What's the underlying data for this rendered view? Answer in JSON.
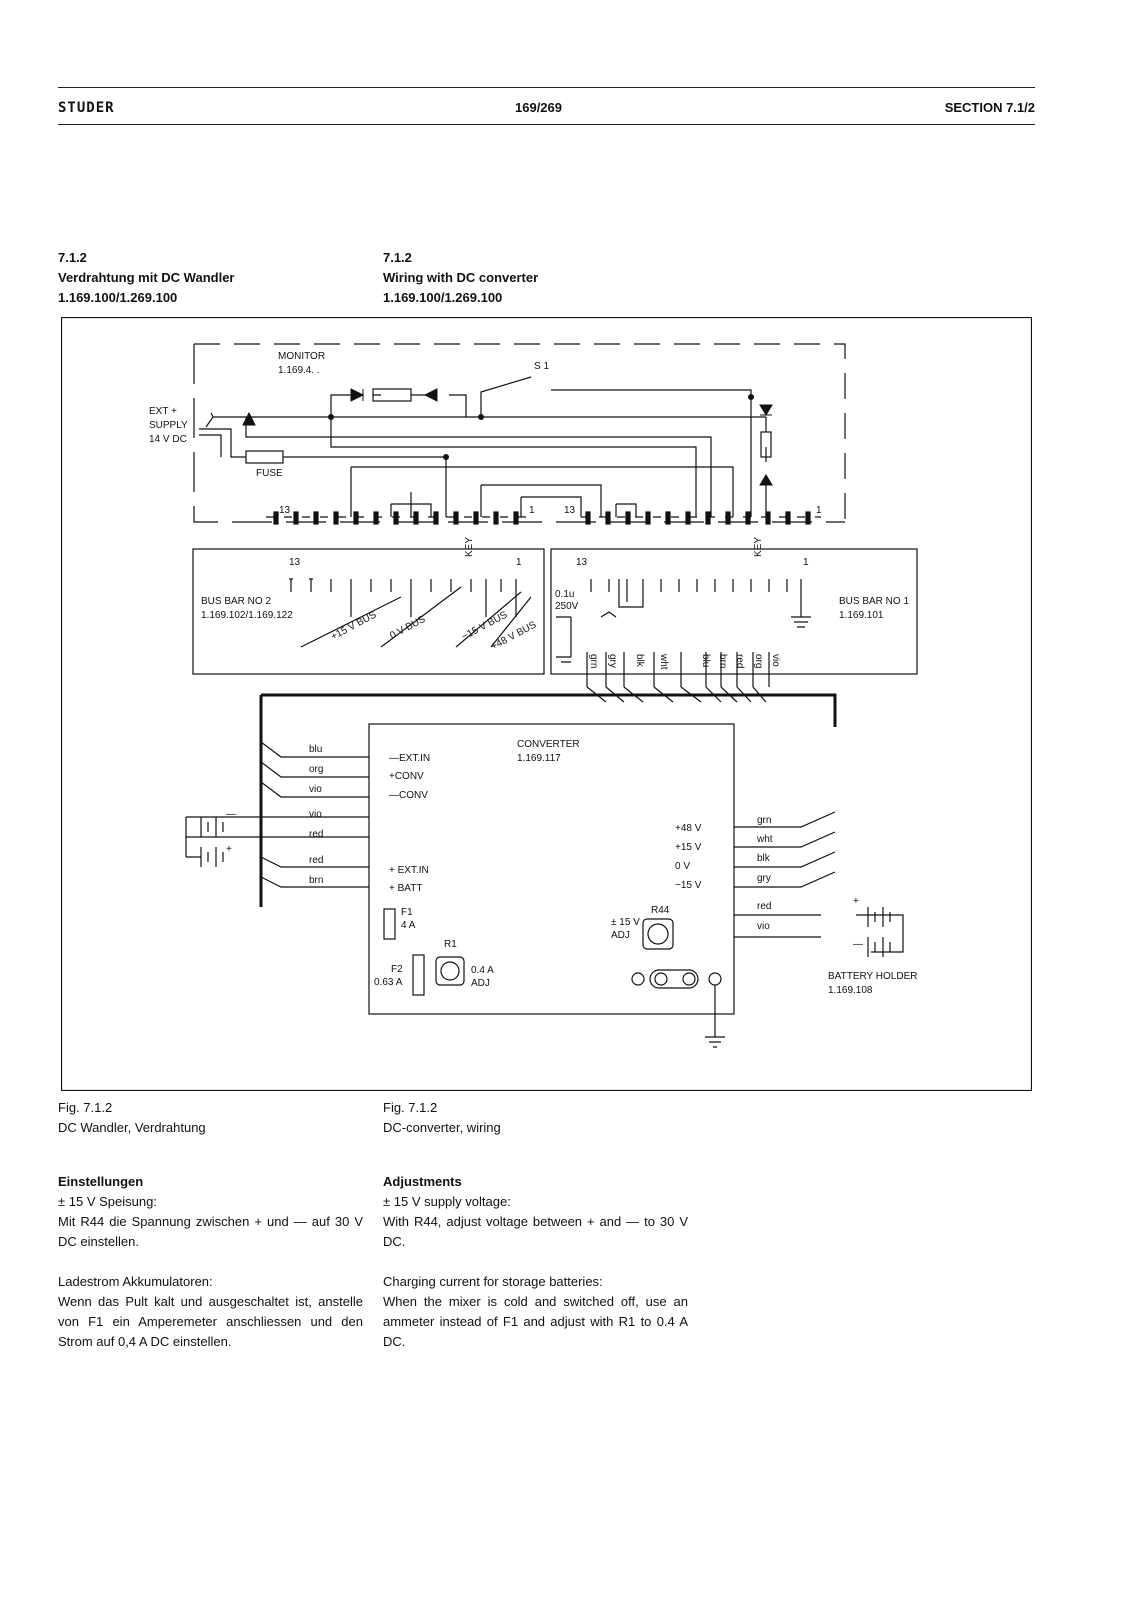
{
  "header": {
    "logo": "STUDER",
    "page_number": "169/269",
    "section": "SECTION  7.1/2"
  },
  "heading_de": {
    "number": "7.1.2",
    "title": "Verdrahtung mit DC Wandler",
    "parts": "1.169.100/1.269.100"
  },
  "heading_en": {
    "number": "7.1.2",
    "title": "Wiring with DC converter",
    "parts": "1.169.100/1.269.100"
  },
  "diagram": {
    "monitor": "MONITOR",
    "monitor_no": "1.169.4. .",
    "s1": "S 1",
    "ext": "EXT +",
    "supply": "SUPPLY",
    "volt14": "14 V DC",
    "fuse": "FUSE",
    "n13a": "13",
    "n1a": "1",
    "n13b": "13",
    "n1b": "1",
    "n13c": "13",
    "n1c": "1",
    "n13d": "13",
    "n1d": "1",
    "key": "KEY",
    "busbar2": "BUS BAR NO 2",
    "busbar2_no": "1.169.102/1.169.122",
    "busbar1": "BUS BAR NO 1",
    "busbar1_no": "1.169.101",
    "bus15": "+15 V BUS",
    "bus0": "0 V BUS",
    "busm15": "−15 V BUS",
    "bus48": "+48 V BUS",
    "cap1": "0.1u",
    "cap2": "250V",
    "wires": [
      "grn",
      "gry",
      "blk",
      "wht",
      "blu",
      "brn",
      "red",
      "org",
      "vio"
    ],
    "converter": "CONVERTER",
    "converter_no": "1.169.117",
    "left_wires": [
      "blu",
      "org",
      "vio",
      "vio",
      "red",
      "red",
      "brn"
    ],
    "ext_in": "—EXT.IN",
    "conv_p": "+CONV",
    "conv_m": "—CONV",
    "ext_in2": "+ EXT.IN",
    "batt": "+ BATT",
    "right_labels": [
      "+48 V",
      "+15 V",
      "0 V",
      "−15 V"
    ],
    "right_wires": [
      "grn",
      "wht",
      "blk",
      "gry"
    ],
    "red_out": "red",
    "vio_out": "vio",
    "f1": "F1",
    "f1v": "4   A",
    "f2": "F2",
    "f2v": "0.63 A",
    "r1": "R1",
    "r1v1": "0.4 A",
    "r1v2": "ADJ",
    "r44": "R44",
    "adj15a": "± 15 V",
    "adj15b": "ADJ",
    "battery_holder": "BATTERY HOLDER",
    "battery_holder_no": "1.169.108",
    "plus": "+",
    "minus": "—"
  },
  "caption_de": {
    "fig": "Fig. 7.1.2",
    "text": "DC Wandler, Verdrahtung"
  },
  "caption_en": {
    "fig": "Fig. 7.1.2",
    "text": "DC-converter, wiring"
  },
  "text_de": {
    "title": "Einstellungen",
    "p1a": "± 15 V Speisung:",
    "p1b": "Mit R44 die Spannung zwischen + und — auf 30 V DC einstellen.",
    "p2a": "Ladestrom Akkumulatoren:",
    "p2b": "Wenn das Pult kalt und ausgeschaltet ist, anstelle von F1 ein Amperemeter anschliessen und den Strom auf 0,4 A DC einstellen."
  },
  "text_en": {
    "title": "Adjustments",
    "p1a": "± 15 V supply voltage:",
    "p1b": "With R44, adjust voltage between + and — to 30 V DC.",
    "p2a": "Charging current for storage batteries:",
    "p2b": "When the mixer is cold and switched off, use an ammeter instead of F1 and adjust with R1 to 0.4 A DC."
  }
}
